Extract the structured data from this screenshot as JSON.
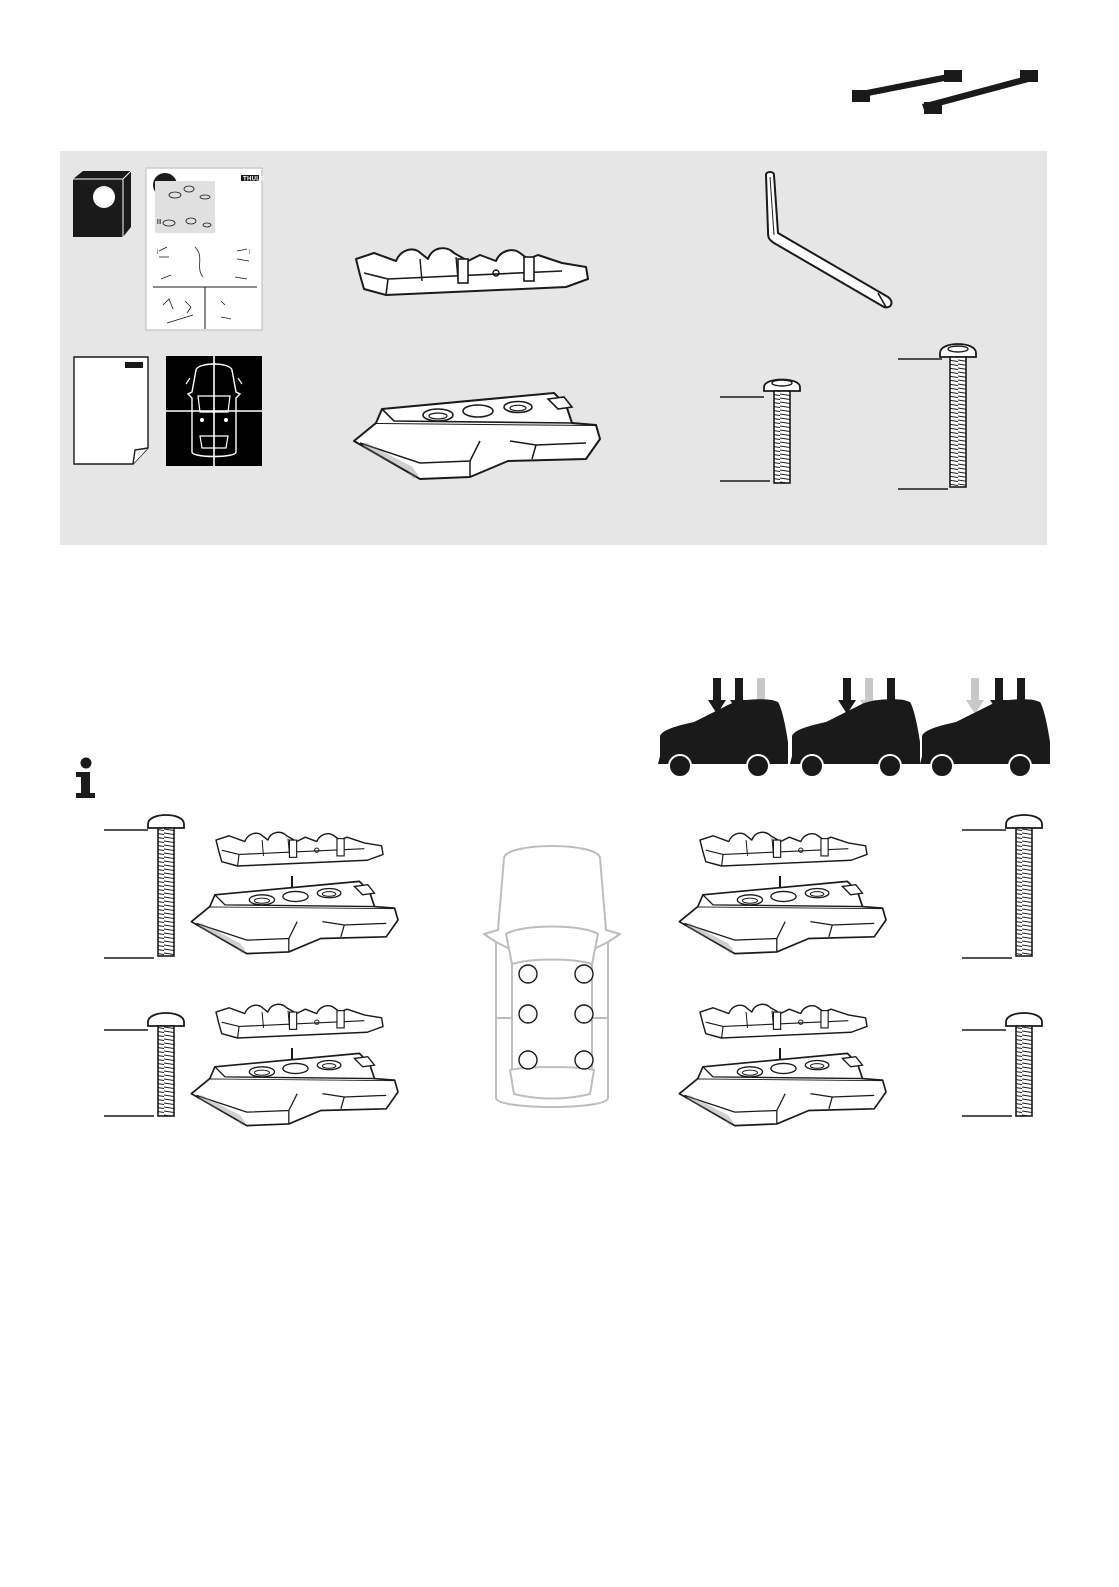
{
  "document": {
    "header_icon": "roof-rack-bars-icon",
    "brand_tag": "THULE",
    "parts_panel": {
      "background_color": "#e6e6e6",
      "items": [
        {
          "icon": "thule-pad-sticker-icon"
        },
        {
          "icon": "instruction-leaflet-icon"
        },
        {
          "icon": "fitting-instructions-sheet-icon"
        },
        {
          "icon": "vehicle-fit-card-icon"
        },
        {
          "icon": "rubber-pad-icon"
        },
        {
          "icon": "foot-base-icon"
        },
        {
          "icon": "allen-key-icon"
        },
        {
          "icon": "short-bolt-icon"
        },
        {
          "icon": "long-bolt-icon"
        }
      ]
    },
    "fitting_section": {
      "info_icon": "information-icon",
      "load_options": [
        {
          "icon": "car-load-front-icon",
          "arrows": [
            "dark",
            "dark",
            "light"
          ]
        },
        {
          "icon": "car-load-split-icon",
          "arrows": [
            "dark",
            "light",
            "dark"
          ]
        },
        {
          "icon": "car-load-rear-icon",
          "arrows": [
            "light",
            "dark",
            "dark"
          ]
        }
      ],
      "arrow_colors": {
        "dark": "#1a1a1a",
        "light": "#c8c8c8"
      },
      "vehicle_topview_icon": "vehicle-top-view-icon",
      "mount_points_count": 6
    }
  }
}
